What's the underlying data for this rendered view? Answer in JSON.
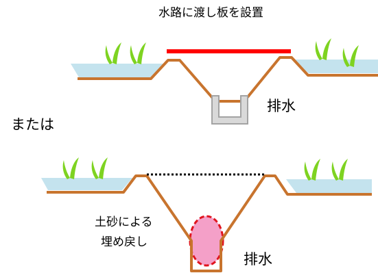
{
  "diagram": {
    "top": {
      "caption": "水路に渡し板を設置",
      "drain_label": "排水"
    },
    "separator_text": "または",
    "bottom": {
      "fill_label_line1": "土砂による",
      "fill_label_line2": "埋め戻し",
      "drain_label": "排水"
    }
  },
  "colors": {
    "bank": "#c8742e",
    "water": "#c4e3ee",
    "board": "#ff0000",
    "flume": "#b3b3b3",
    "plant": "#7ed321",
    "fill_area": "#f4a0c8",
    "fill_outline": "#e0141e"
  },
  "icons": [
    "rice-plant-icon"
  ]
}
